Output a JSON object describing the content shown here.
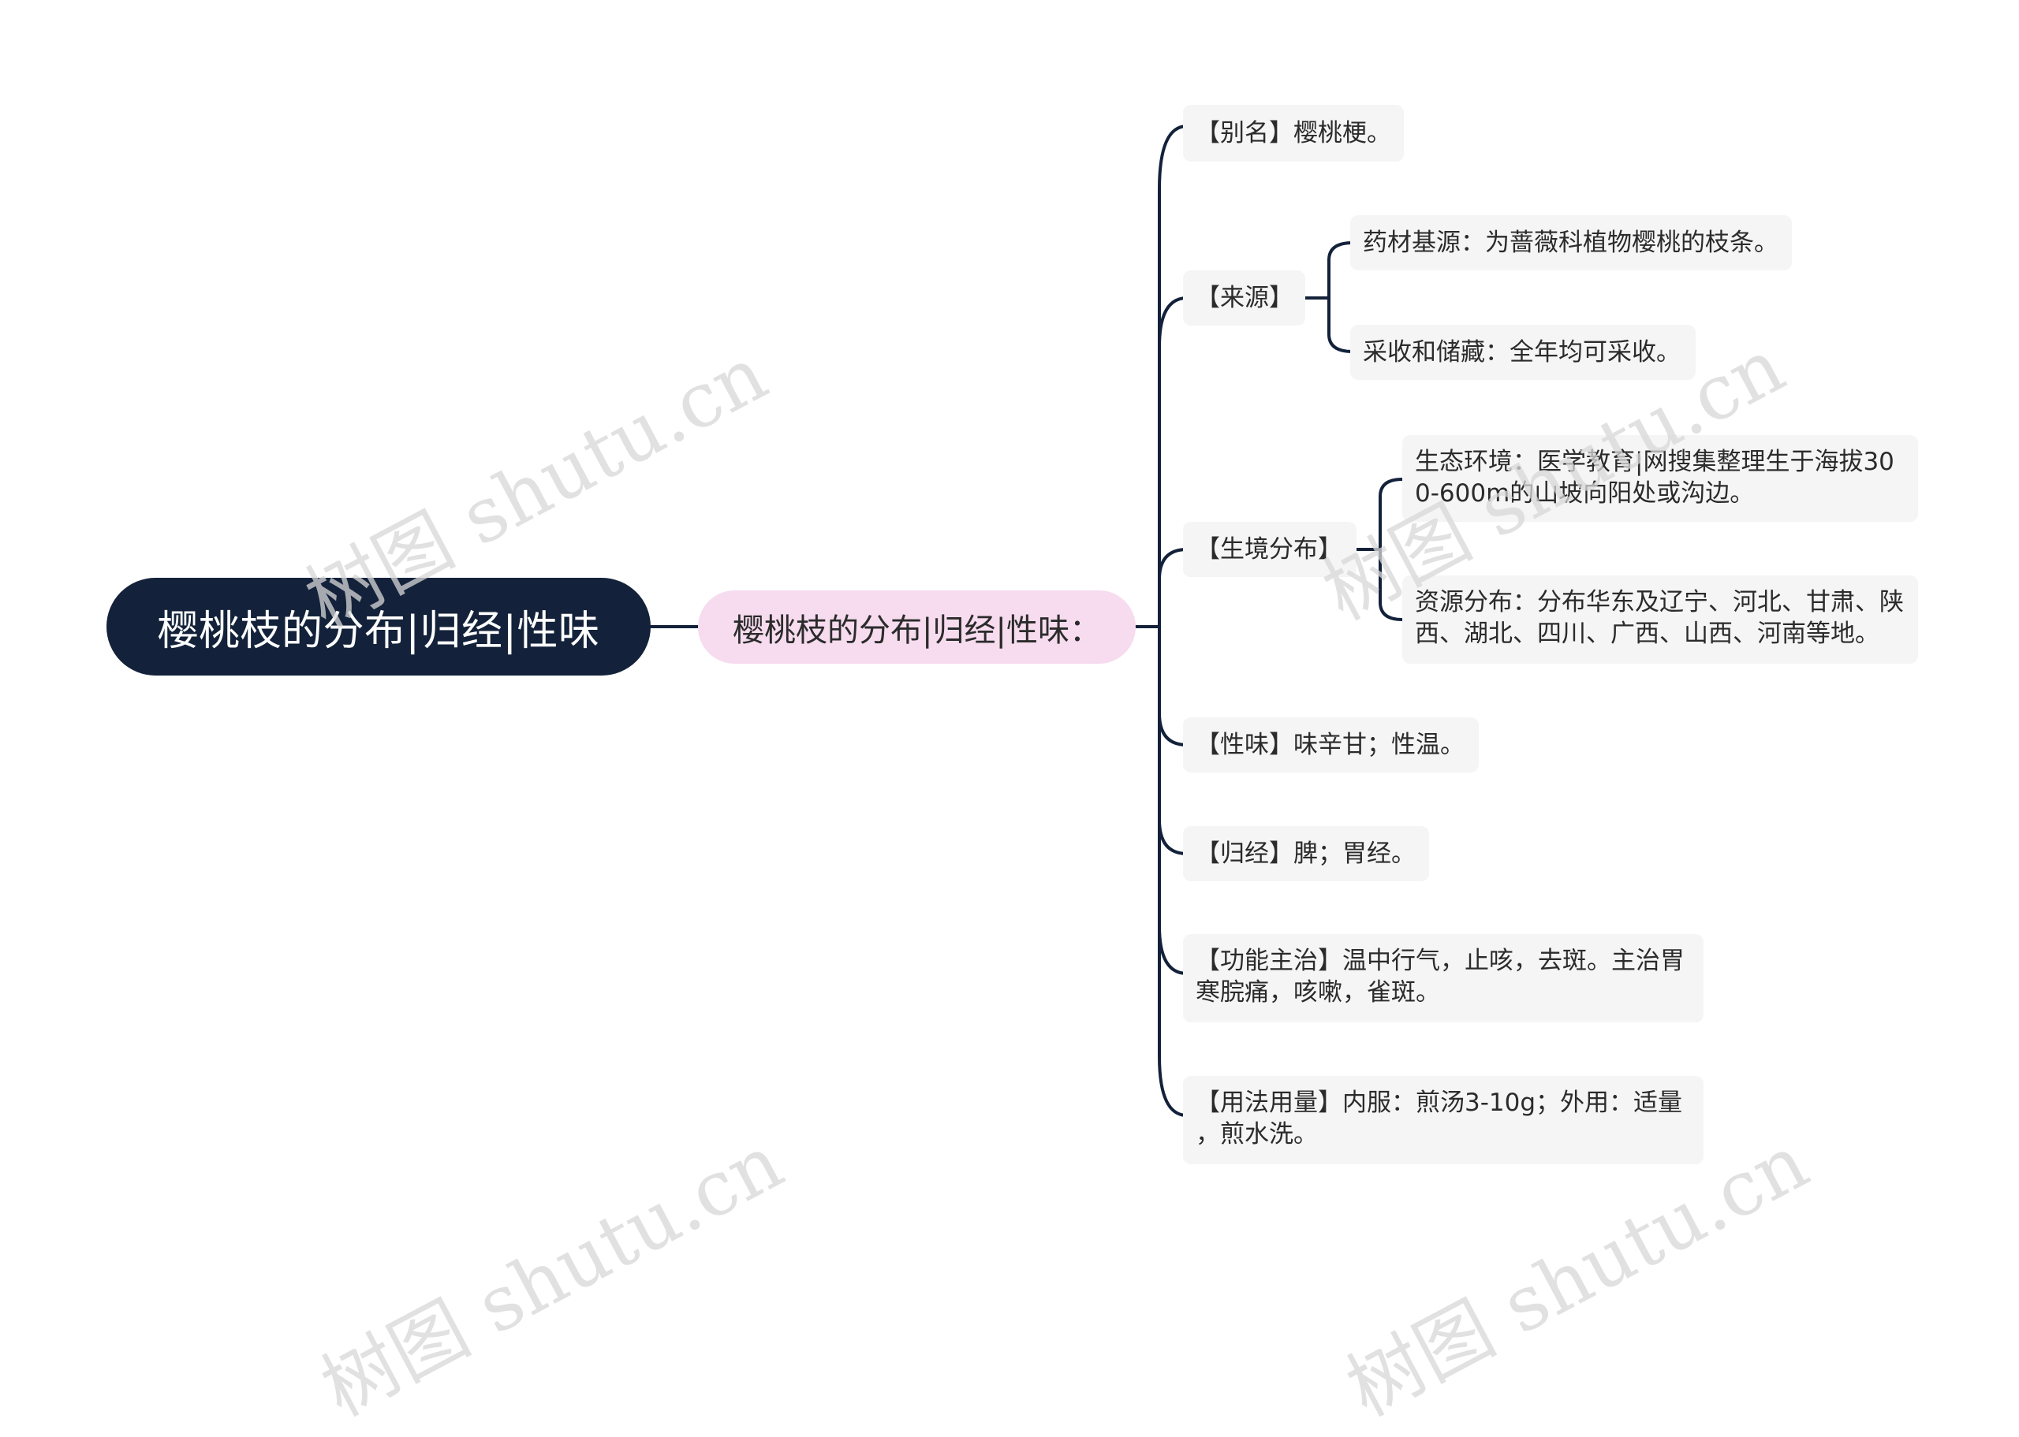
{
  "root": {
    "label": "樱桃枝的分布|归经|性味"
  },
  "topic": {
    "label": "樱桃枝的分布|归经|性味："
  },
  "branches": {
    "alias": {
      "label": "【别名】樱桃梗。"
    },
    "source": {
      "label": "【来源】",
      "children": [
        "药材基源：为蔷薇科植物樱桃的枝条。",
        "采收和储藏：全年均可采收。"
      ]
    },
    "habitat": {
      "label": "【生境分布】",
      "children": [
        [
          "生态环境：医学教育|网搜集整理生于海拔30",
          "0-600m的山坡向阳处或沟边。"
        ],
        [
          "资源分布：分布华东及辽宁、河北、甘肃、陕",
          "西、湖北、四川、广西、山西、河南等地。"
        ]
      ]
    },
    "taste": {
      "label": "【性味】味辛甘；性温。"
    },
    "meridian": {
      "label": "【归经】脾；胃经。"
    },
    "function": {
      "lines": [
        "【功能主治】温中行气，止咳，去斑。主治胃",
        "寒脘痛，咳嗽，雀斑。"
      ]
    },
    "dosage": {
      "lines": [
        "【用法用量】内服：煎汤3-10g；外用：适量",
        "，煎水洗。"
      ]
    }
  },
  "watermark": {
    "text": "树图 shutu.cn"
  },
  "colors": {
    "root_bg": "#13223a",
    "topic_bg": "#f6dcee",
    "leaf_bg": "#f5f5f5",
    "line": "#13223a"
  }
}
